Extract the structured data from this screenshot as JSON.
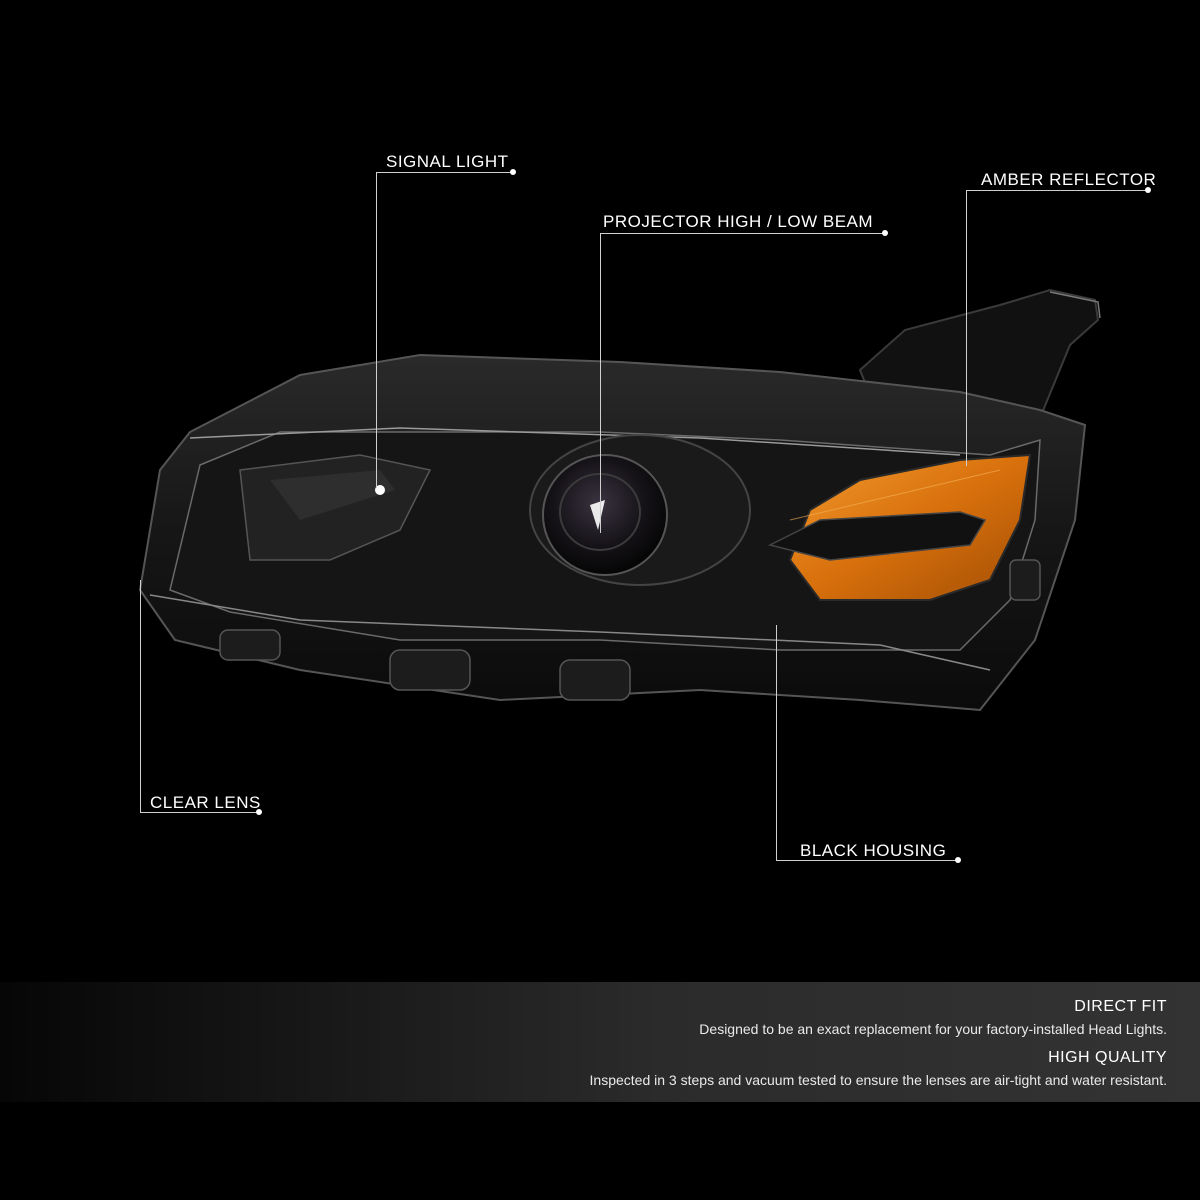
{
  "callouts": {
    "signal_light": "SIGNAL LIGHT",
    "projector_beam": "PROJECTOR HIGH / LOW BEAM",
    "amber_reflector": "AMBER REFLECTOR",
    "clear_lens": "CLEAR LENS",
    "black_housing": "BLACK HOUSING"
  },
  "features": [
    {
      "title": "DIRECT FIT",
      "text": "Designed to be an exact replacement for your factory-installed Head Lights."
    },
    {
      "title": "HIGH QUALITY",
      "text": "Inspected in 3 steps and vacuum tested to ensure the lenses are air-tight and water resistant."
    }
  ],
  "colors": {
    "background": "#000000",
    "amber": "#e07a10",
    "housing": "#141414",
    "panel": "#2b2b2b"
  }
}
